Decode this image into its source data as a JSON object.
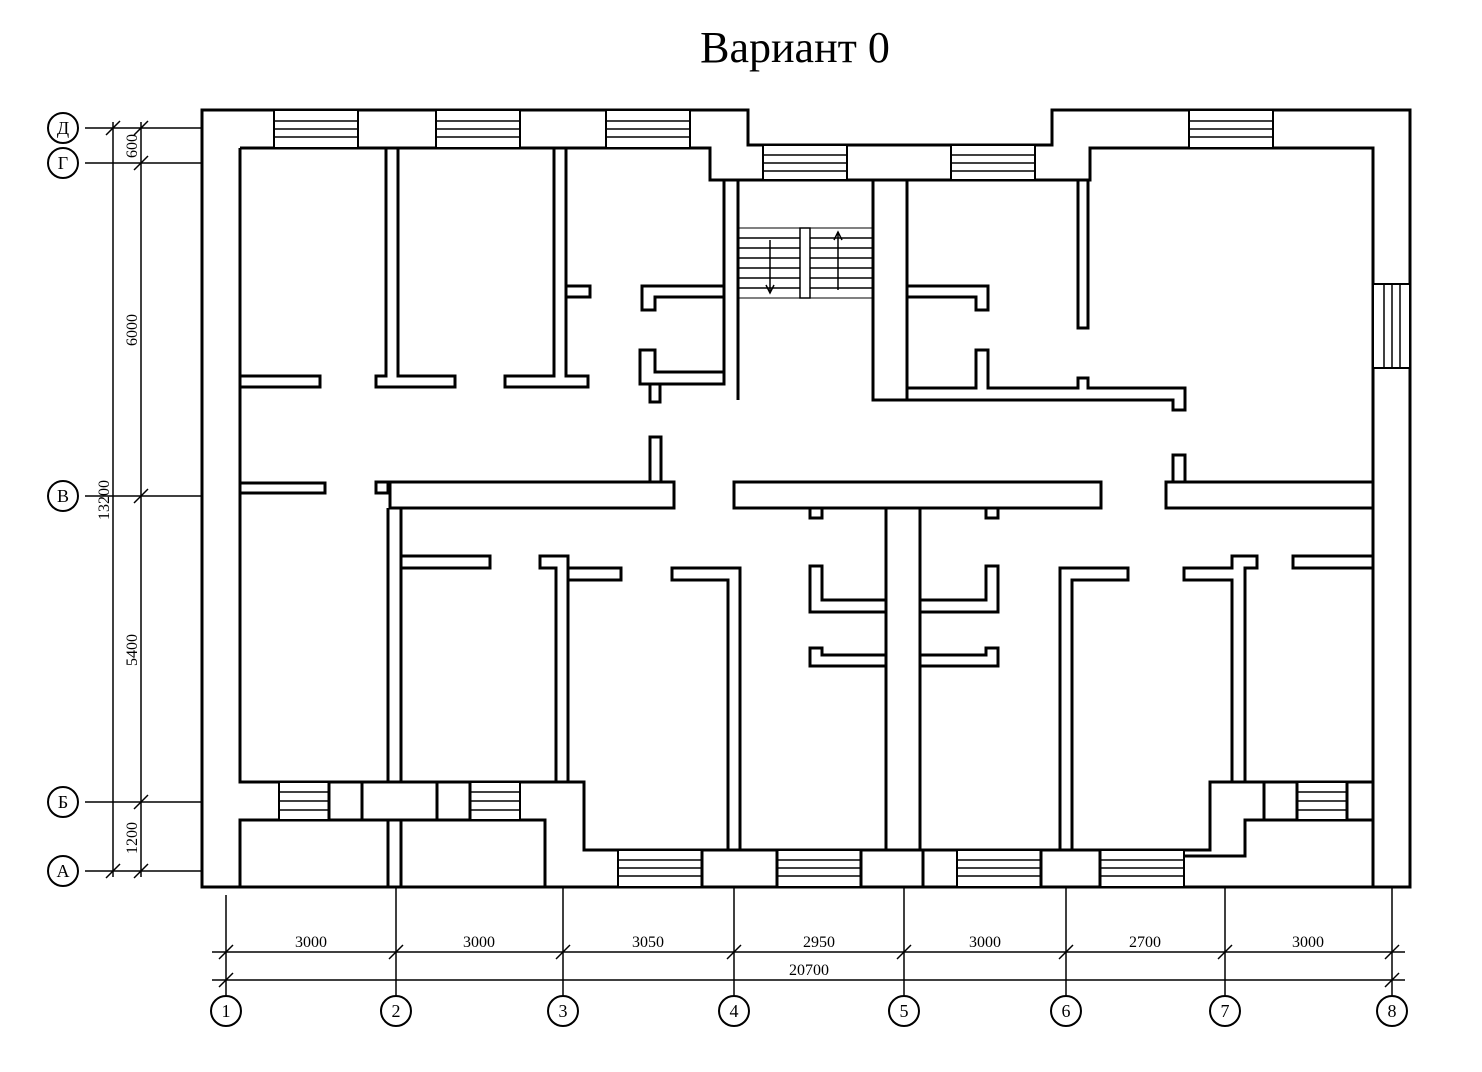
{
  "title": "Вариант 0",
  "axes_letters": [
    {
      "id": "d",
      "label": "Д"
    },
    {
      "id": "g",
      "label": "Г"
    },
    {
      "id": "v",
      "label": "В"
    },
    {
      "id": "b",
      "label": "Б"
    },
    {
      "id": "a",
      "label": "А"
    }
  ],
  "axes_numbers": [
    "1",
    "2",
    "3",
    "4",
    "5",
    "6",
    "7",
    "8"
  ],
  "dims_bottom": [
    "3000",
    "3000",
    "3050",
    "2950",
    "3000",
    "2700",
    "3000"
  ],
  "dim_total_bottom": "20700",
  "dims_left": [
    "600",
    "6000",
    "5400",
    "1200"
  ],
  "dim_total_left": "13200",
  "colors": {
    "line": "#000000",
    "background": "#ffffff"
  }
}
